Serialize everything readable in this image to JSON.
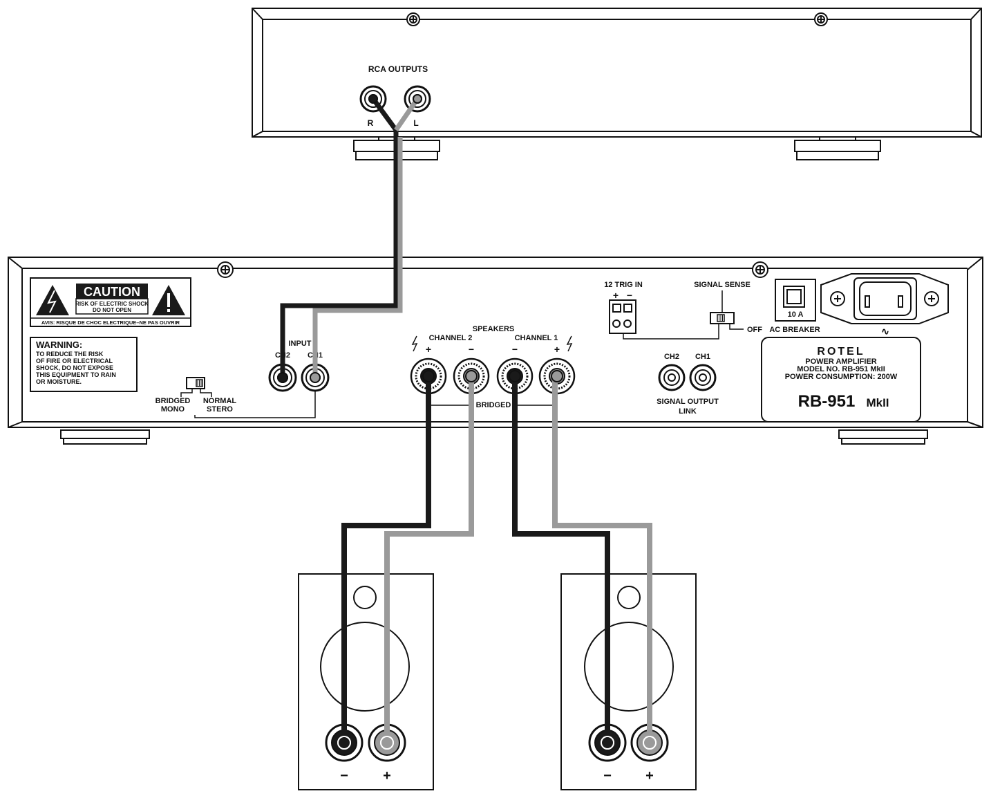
{
  "colors": {
    "line": "#111111",
    "cable_dark": "#1a1a1a",
    "cable_light": "#9a9a9a",
    "background": "#ffffff"
  },
  "source": {
    "rca_outputs": "RCA OUTPUTS",
    "r": "R",
    "l": "L"
  },
  "amp": {
    "caution_title": "CAUTION",
    "caution_line1": "RISK OF ELECTRIC SHOCK",
    "caution_line2": "DO NOT OPEN",
    "avis": "AVIS: RISQUE DE CHOC ELECTRIQUE–NE PAS OUVRIR",
    "warning_title": "WARNING:",
    "warning_lines": [
      "TO REDUCE THE RISK",
      "OF FIRE OR ELECTRICAL",
      "SHOCK, DO NOT EXPOSE",
      "THIS EQUIPMENT TO RAIN",
      "OR MOISTURE."
    ],
    "bridged_mono": [
      "BRIDGED",
      "MONO"
    ],
    "normal_stereo": [
      "NORMAL",
      "STERO"
    ],
    "input": "INPUT",
    "input_ch2": "CH2",
    "input_ch1": "CH1",
    "speakers": "SPEAKERS",
    "channel2": "CHANNEL 2",
    "channel1": "CHANNEL 1",
    "bridged": "BRIDGED",
    "plus": "+",
    "minus": "−",
    "trig_in": "12 TRIG IN",
    "signal_sense": "SIGNAL SENSE",
    "off": "OFF",
    "out_ch2": "CH2",
    "out_ch1": "CH1",
    "signal_output_link": [
      "SIGNAL OUTPUT",
      "LINK"
    ],
    "breaker_value": "10 A",
    "ac_breaker": "AC BREAKER",
    "ac_symbol": "∿",
    "brand": "ROTEL",
    "product_type": "POWER AMPLIFIER",
    "model_no": "MODEL NO. RB-951 MkII",
    "power_consumption": "POWER CONSUMPTION: 200W",
    "model_big": "RB-951",
    "model_suffix": "MkII"
  },
  "speaker_left": {
    "minus": "−",
    "plus": "+"
  },
  "speaker_right": {
    "minus": "−",
    "plus": "+"
  }
}
